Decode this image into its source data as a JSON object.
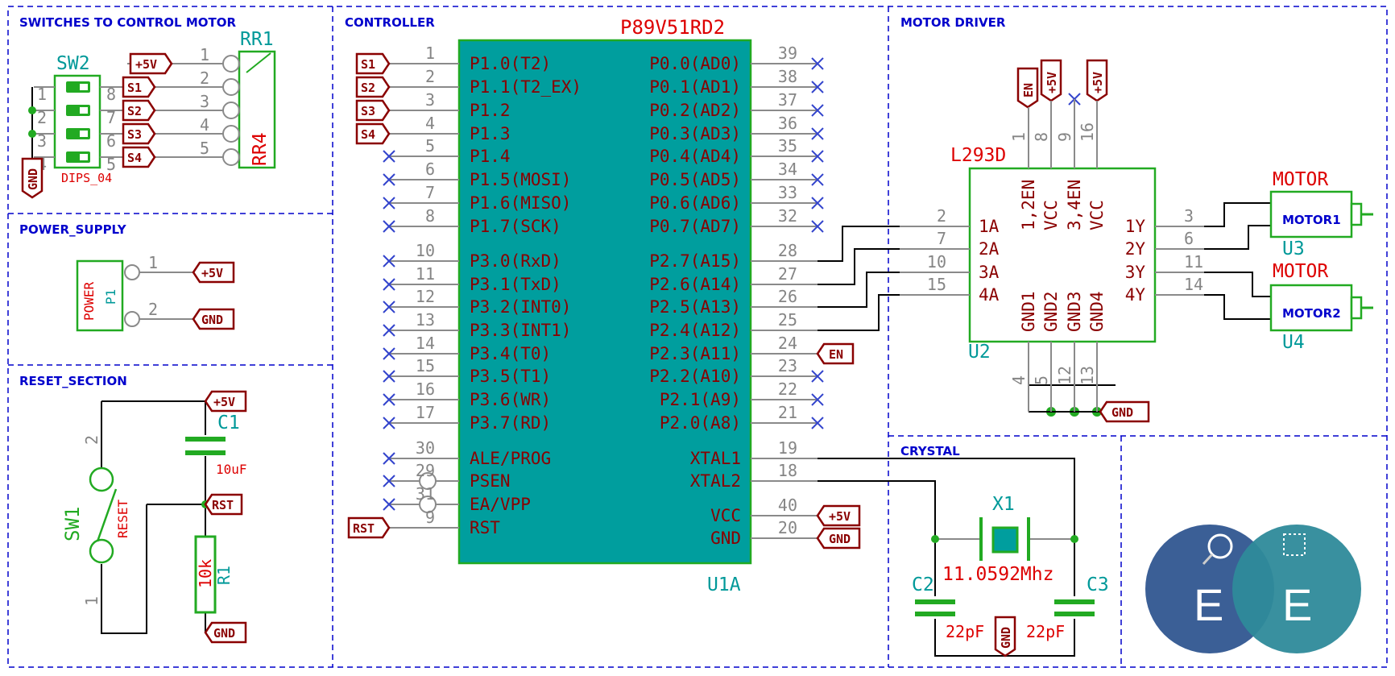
{
  "sections": {
    "switches": "SWITCHES TO CONTROL MOTOR",
    "power": "POWER_SUPPLY",
    "reset": "RESET_SECTION",
    "controller": "CONTROLLER",
    "motor_driver": "MOTOR DRIVER",
    "crystal": "CRYSTAL"
  },
  "sw2": {
    "ref": "SW2",
    "value": "DIPS_04",
    "pins_left": [
      "1",
      "2",
      "3",
      "4"
    ],
    "pins_right": [
      "8",
      "7",
      "6",
      "5"
    ]
  },
  "rr1": {
    "ref": "RR1",
    "value": "RR4",
    "pins": [
      "1",
      "2",
      "3",
      "4",
      "5"
    ]
  },
  "switch_flags": {
    "vcc": "+5V",
    "s1": "S1",
    "s2": "S2",
    "s3": "S3",
    "s4": "S4",
    "gnd": "GND"
  },
  "power": {
    "ref": "P1",
    "value": "POWER",
    "pin1": "1",
    "pin2": "2",
    "flag_vcc": "+5V",
    "flag_gnd": "GND"
  },
  "reset": {
    "flag_vcc": "+5V",
    "flag_rst": "RST",
    "flag_gnd": "GND",
    "c1_ref": "C1",
    "c1_val": "10uF",
    "r1_ref": "R1",
    "r1_val": "10k",
    "sw1_ref": "SW1",
    "sw1_val": "RESET",
    "sw1_pin2": "2",
    "sw1_pin1": "1"
  },
  "mcu": {
    "name": "P89V51RD2",
    "ref": "U1A",
    "left_pins": [
      {
        "num": "1",
        "label": "P1.0(T2)",
        "net": "S1"
      },
      {
        "num": "2",
        "label": "P1.1(T2_EX)",
        "net": "S2"
      },
      {
        "num": "3",
        "label": "P1.2",
        "net": "S3"
      },
      {
        "num": "4",
        "label": "P1.3",
        "net": "S4"
      },
      {
        "num": "5",
        "label": "P1.4",
        "net": ""
      },
      {
        "num": "6",
        "label": "P1.5(MOSI)",
        "net": ""
      },
      {
        "num": "7",
        "label": "P1.6(MISO)",
        "net": ""
      },
      {
        "num": "8",
        "label": "P1.7(SCK)",
        "net": ""
      },
      {
        "num": "10",
        "label": "P3.0(RxD)",
        "net": ""
      },
      {
        "num": "11",
        "label": "P3.1(TxD)",
        "net": ""
      },
      {
        "num": "12",
        "label": "P3.2(INT0)",
        "net": ""
      },
      {
        "num": "13",
        "label": "P3.3(INT1)",
        "net": ""
      },
      {
        "num": "14",
        "label": "P3.4(T0)",
        "net": ""
      },
      {
        "num": "15",
        "label": "P3.5(T1)",
        "net": ""
      },
      {
        "num": "16",
        "label": "P3.6(WR)",
        "net": ""
      },
      {
        "num": "17",
        "label": "P3.7(RD)",
        "net": ""
      },
      {
        "num": "30",
        "label": "ALE/PROG",
        "net": ""
      },
      {
        "num": "29",
        "label": "PSEN",
        "net": ""
      },
      {
        "num": "31",
        "label": "EA/VPP",
        "net": ""
      },
      {
        "num": "9",
        "label": "RST",
        "net": "RST"
      }
    ],
    "right_pins": [
      {
        "num": "39",
        "label": "P0.0(AD0)",
        "net": ""
      },
      {
        "num": "38",
        "label": "P0.1(AD1)",
        "net": ""
      },
      {
        "num": "37",
        "label": "P0.2(AD2)",
        "net": ""
      },
      {
        "num": "36",
        "label": "P0.3(AD3)",
        "net": ""
      },
      {
        "num": "35",
        "label": "P0.4(AD4)",
        "net": ""
      },
      {
        "num": "34",
        "label": "P0.5(AD5)",
        "net": ""
      },
      {
        "num": "33",
        "label": "P0.6(AD6)",
        "net": ""
      },
      {
        "num": "32",
        "label": "P0.7(AD7)",
        "net": ""
      },
      {
        "num": "28",
        "label": "P2.7(A15)",
        "net": ""
      },
      {
        "num": "27",
        "label": "P2.6(A14)",
        "net": ""
      },
      {
        "num": "26",
        "label": "P2.5(A13)",
        "net": ""
      },
      {
        "num": "25",
        "label": "P2.4(A12)",
        "net": ""
      },
      {
        "num": "24",
        "label": "P2.3(A11)",
        "net": "EN"
      },
      {
        "num": "23",
        "label": "P2.2(A10)",
        "net": ""
      },
      {
        "num": "22",
        "label": "P2.1(A9)",
        "net": ""
      },
      {
        "num": "21",
        "label": "P2.0(A8)",
        "net": ""
      },
      {
        "num": "19",
        "label": "XTAL1",
        "net": ""
      },
      {
        "num": "18",
        "label": "XTAL2",
        "net": ""
      },
      {
        "num": "40",
        "label": "VCC",
        "net": "+5V"
      },
      {
        "num": "20",
        "label": "GND",
        "net": "GND"
      }
    ]
  },
  "driver": {
    "name": "L293D",
    "ref": "U2",
    "top_pins": [
      {
        "num": "1",
        "label": "1,2EN",
        "net": "EN"
      },
      {
        "num": "8",
        "label": "VCC",
        "net": "+5V"
      },
      {
        "num": "9",
        "label": "3,4EN",
        "net": ""
      },
      {
        "num": "16",
        "label": "VCC",
        "net": "+5V"
      }
    ],
    "left_pins": [
      {
        "num": "2",
        "label": "1A"
      },
      {
        "num": "7",
        "label": "2A"
      },
      {
        "num": "10",
        "label": "3A"
      },
      {
        "num": "15",
        "label": "4A"
      }
    ],
    "right_pins": [
      {
        "num": "3",
        "label": "1Y"
      },
      {
        "num": "6",
        "label": "2Y"
      },
      {
        "num": "11",
        "label": "3Y"
      },
      {
        "num": "14",
        "label": "4Y"
      }
    ],
    "bottom_pins": [
      {
        "num": "4",
        "label": "GND1"
      },
      {
        "num": "5",
        "label": "GND2"
      },
      {
        "num": "12",
        "label": "GND3"
      },
      {
        "num": "13",
        "label": "GND4"
      }
    ],
    "gnd_flag": "GND"
  },
  "motors": [
    {
      "type": "MOTOR",
      "label": "MOTOR1",
      "ref": "U3"
    },
    {
      "type": "MOTOR",
      "label": "MOTOR2",
      "ref": "U4"
    }
  ],
  "crystal": {
    "x1_ref": "X1",
    "x1_val": "11.0592Mhz",
    "c2_ref": "C2",
    "c2_val": "22pF",
    "c3_ref": "C3",
    "c3_val": "22pF",
    "gnd": "GND"
  },
  "logo": {
    "letter": "E"
  },
  "colors": {
    "border": "#0000cc",
    "mcu_fill": "#009e9e",
    "component": "#22aa22",
    "label": "#8a0000",
    "reference": "#009999",
    "value": "#dd0000",
    "no_connect": "#3344cc",
    "logo_left": "#3b5f96",
    "logo_right": "#2e8a9a"
  }
}
